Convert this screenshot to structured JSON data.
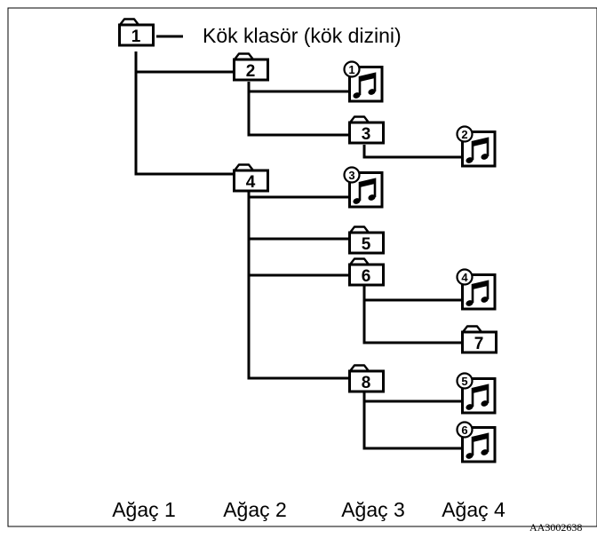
{
  "root_label": "Kök klasör (kök dizini)",
  "folders": [
    {
      "id": "folder-1",
      "label": "1"
    },
    {
      "id": "folder-2",
      "label": "2"
    },
    {
      "id": "folder-3",
      "label": "3"
    },
    {
      "id": "folder-4",
      "label": "4"
    },
    {
      "id": "folder-5",
      "label": "5"
    },
    {
      "id": "folder-6",
      "label": "6"
    },
    {
      "id": "folder-7",
      "label": "7"
    },
    {
      "id": "folder-8",
      "label": "8"
    }
  ],
  "files": [
    {
      "id": "file-1",
      "badge": "1"
    },
    {
      "id": "file-2",
      "badge": "2"
    },
    {
      "id": "file-3",
      "badge": "3"
    },
    {
      "id": "file-4",
      "badge": "4"
    },
    {
      "id": "file-5",
      "badge": "5"
    },
    {
      "id": "file-6",
      "badge": "6"
    }
  ],
  "levels": [
    "Ağaç 1",
    "Ağaç 2",
    "Ağaç 3",
    "Ağaç 4"
  ],
  "figure_code": "AA3002638"
}
